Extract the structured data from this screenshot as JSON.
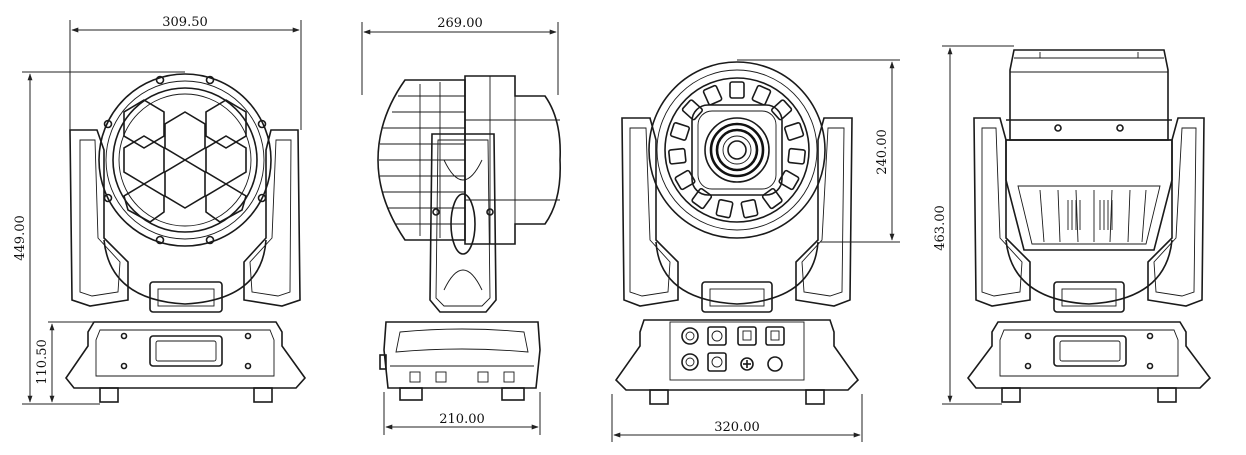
{
  "dimensions": {
    "front_width": "309.50",
    "front_height": "449.00",
    "front_base_height": "110.50",
    "side_width": "269.00",
    "side_base_width": "210.00",
    "back_width": "320.00",
    "back_head_height": "240.00",
    "rear_height": "463.00"
  }
}
